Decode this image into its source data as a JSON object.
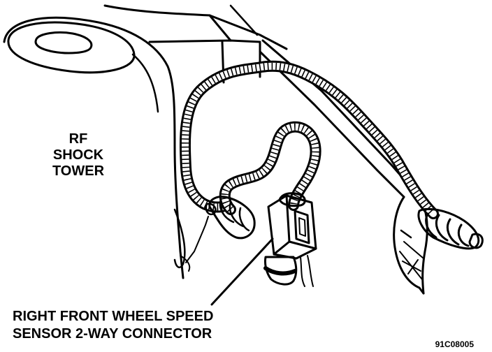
{
  "labels": {
    "tower_line1": "RF",
    "tower_line2": "SHOCK",
    "tower_line3": "TOWER",
    "connector_line1": "RIGHT FRONT WHEEL SPEED",
    "connector_line2": "SENSOR 2-WAY CONNECTOR",
    "figure_code": "91C08005"
  },
  "colors": {
    "ink": "#000000",
    "paper": "#ffffff"
  }
}
